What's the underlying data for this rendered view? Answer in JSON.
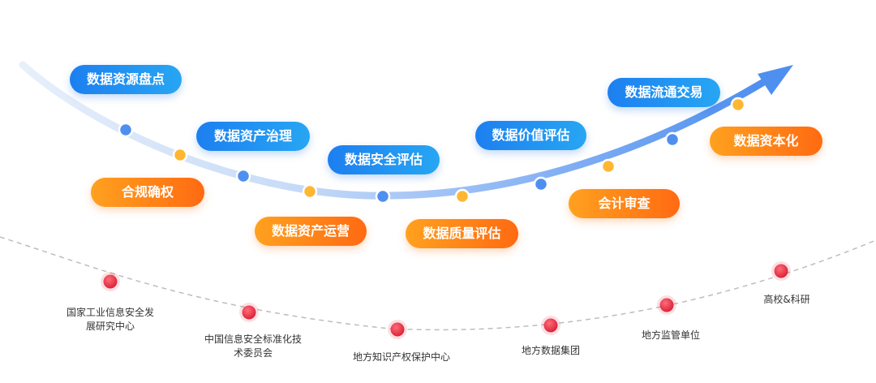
{
  "stages": [
    {
      "label": "数据资源盘点",
      "tone": "blue"
    },
    {
      "label": "合规确权",
      "tone": "orange"
    },
    {
      "label": "数据资产治理",
      "tone": "blue"
    },
    {
      "label": "数据资产运营",
      "tone": "orange"
    },
    {
      "label": "数据安全评估",
      "tone": "blue"
    },
    {
      "label": "数据质量评估",
      "tone": "orange"
    },
    {
      "label": "数据价值评估",
      "tone": "blue"
    },
    {
      "label": "会计审查",
      "tone": "orange"
    },
    {
      "label": "数据流通交易",
      "tone": "blue"
    },
    {
      "label": "数据资本化",
      "tone": "orange"
    }
  ],
  "organizations": [
    {
      "lines": [
        "国家工业信息安全发",
        "展研究中心"
      ]
    },
    {
      "lines": [
        "中国信息安全标准化技",
        "术委员会"
      ]
    },
    {
      "lines": [
        "地方知识产权保护中心"
      ]
    },
    {
      "lines": [
        "地方数据集团"
      ]
    },
    {
      "lines": [
        "地方监管单位"
      ]
    },
    {
      "lines": [
        "高校&科研"
      ]
    }
  ],
  "colors": {
    "path_start": "#e7effa",
    "path_end": "#4f8ff0",
    "node_blue": "#4f8ff0",
    "node_orange": "#ffb733",
    "node_red": "#e7273d",
    "dashed": "#bdbdbd"
  }
}
